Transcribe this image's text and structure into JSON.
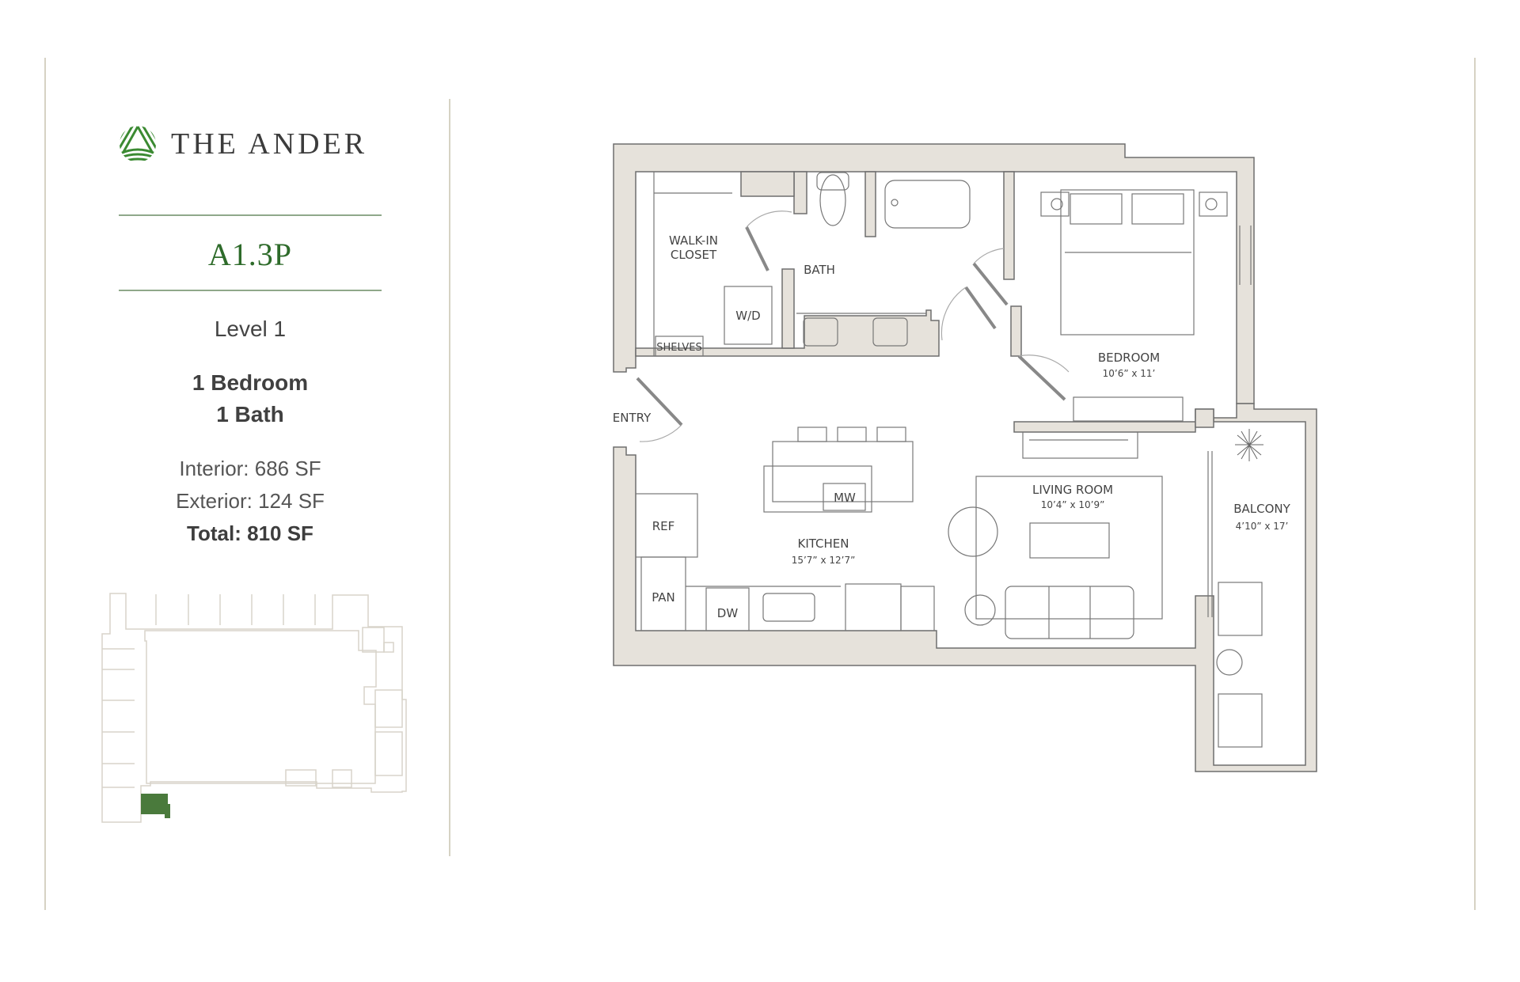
{
  "brand": {
    "name": "THE ANDER",
    "logo_icon": "leaf-stripes-icon",
    "accent_color": "#2e6b2a",
    "wall_color": "#e6e2db"
  },
  "unit": {
    "code": "A1.3P",
    "level": "Level 1",
    "bedrooms": "1 Bedroom",
    "baths": "1 Bath",
    "interior": "Interior: 686 SF",
    "exterior": "Exterior: 124 SF",
    "total": "Total: 810 SF"
  },
  "keyplan": {
    "highlight_color": "#4a7a3c",
    "highlighted_unit": "A1.3P"
  },
  "plan": {
    "rooms": {
      "walkin_closet_line1": "WALK-IN",
      "walkin_closet_line2": "CLOSET",
      "bath": "BATH",
      "bedroom": "BEDROOM",
      "bedroom_dim": "10’6” x 11’",
      "entry": "ENTRY",
      "kitchen": "KITCHEN",
      "kitchen_dim": "15’7” x 12’7”",
      "living_room": "LIVING ROOM",
      "living_room_dim": "10’4” x 10’9”",
      "balcony": "BALCONY",
      "balcony_dim": "4’10” x 17’"
    },
    "fixtures": {
      "wd": "W/D",
      "shelves": "SHELVES",
      "mw": "MW",
      "ref": "REF",
      "pan": "PAN",
      "dw": "DW"
    }
  }
}
